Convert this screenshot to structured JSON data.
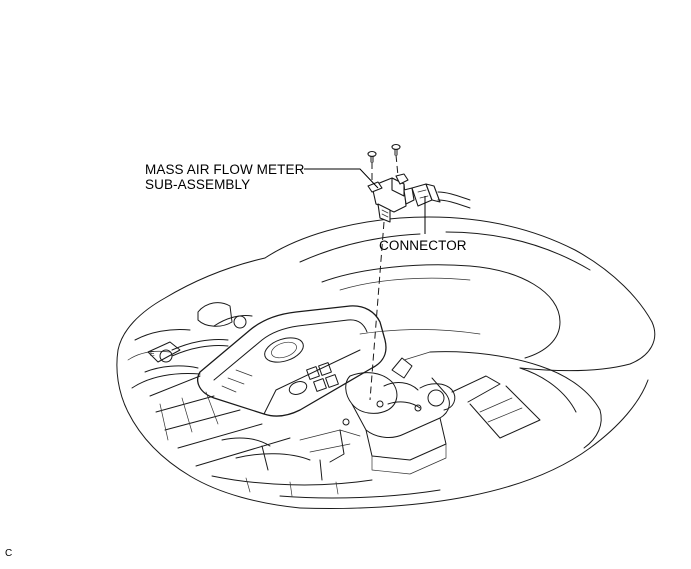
{
  "labels": {
    "maf_line1": "MASS AIR FLOW METER",
    "maf_line2": "SUB-ASSEMBLY",
    "connector": "CONNECTOR",
    "figure_code": "C"
  }
}
